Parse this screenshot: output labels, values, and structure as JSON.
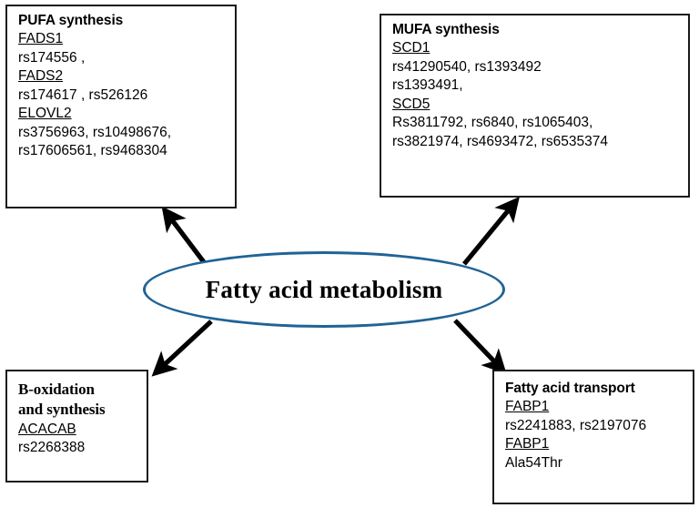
{
  "diagram": {
    "center": {
      "label": "Fatty acid metabolism",
      "outline_color": "#1f6397",
      "shape": "ellipse"
    },
    "arrow_color": "#000000",
    "box_border_color": "#1a1a1a",
    "boxes": [
      {
        "id": "pufa",
        "title": "PUFA synthesis",
        "position": "top-left",
        "entries": [
          {
            "gene": "FADS1",
            "snps": [
              "rs174556 ,"
            ]
          },
          {
            "gene": "FADS2",
            "snps": [
              "rs174617 , rs526126"
            ]
          },
          {
            "gene": "ELOVL2",
            "snps": [
              "rs3756963, rs10498676,",
              "rs17606561, rs9468304"
            ]
          }
        ]
      },
      {
        "id": "mufa",
        "title": "MUFA synthesis",
        "position": "top-right",
        "entries": [
          {
            "gene": "SCD1",
            "snps": [
              "rs41290540, rs1393492",
              "rs1393491,"
            ]
          },
          {
            "gene": "SCD5",
            "snps": [
              "Rs3811792, rs6840, rs1065403,",
              "rs3821974, rs4693472, rs6535374"
            ]
          }
        ]
      },
      {
        "id": "boxidation",
        "title": "B-oxidation and synthesis",
        "title_line1": "B-oxidation",
        "title_line2": "and synthesis",
        "position": "bottom-left",
        "entries": [
          {
            "gene": "ACACAB",
            "snps": [
              "rs2268388"
            ]
          }
        ]
      },
      {
        "id": "transport",
        "title": "Fatty acid transport",
        "position": "bottom-right",
        "entries": [
          {
            "gene": "FABP1",
            "snps": [
              "rs2241883, rs2197076"
            ]
          },
          {
            "gene": "FABP1",
            "snps": [
              "Ala54Thr"
            ]
          }
        ]
      }
    ],
    "arrows": [
      {
        "id": "arrow-to-pufa",
        "from": "center",
        "to": "pufa"
      },
      {
        "id": "arrow-to-mufa",
        "from": "center",
        "to": "mufa"
      },
      {
        "id": "arrow-to-boxidation",
        "from": "center",
        "to": "boxidation"
      },
      {
        "id": "arrow-to-transport",
        "from": "center",
        "to": "transport"
      }
    ]
  }
}
